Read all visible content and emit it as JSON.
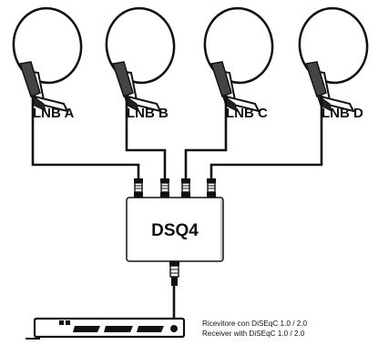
{
  "dishes": [
    {
      "label": "LNB A"
    },
    {
      "label": "LNB B"
    },
    {
      "label": "LNB C"
    },
    {
      "label": "LNB D"
    }
  ],
  "switch": {
    "label": "DSQ4"
  },
  "receiver": {
    "caption_it": "Ricevitore con DiSEqC 1.0 / 2.0",
    "caption_en": "Receiver with DiSEqC 1.0 / 2.0"
  },
  "colors": {
    "line": "#111111",
    "dish_fill": "#ffffff",
    "box_fill": "#ffffff"
  }
}
